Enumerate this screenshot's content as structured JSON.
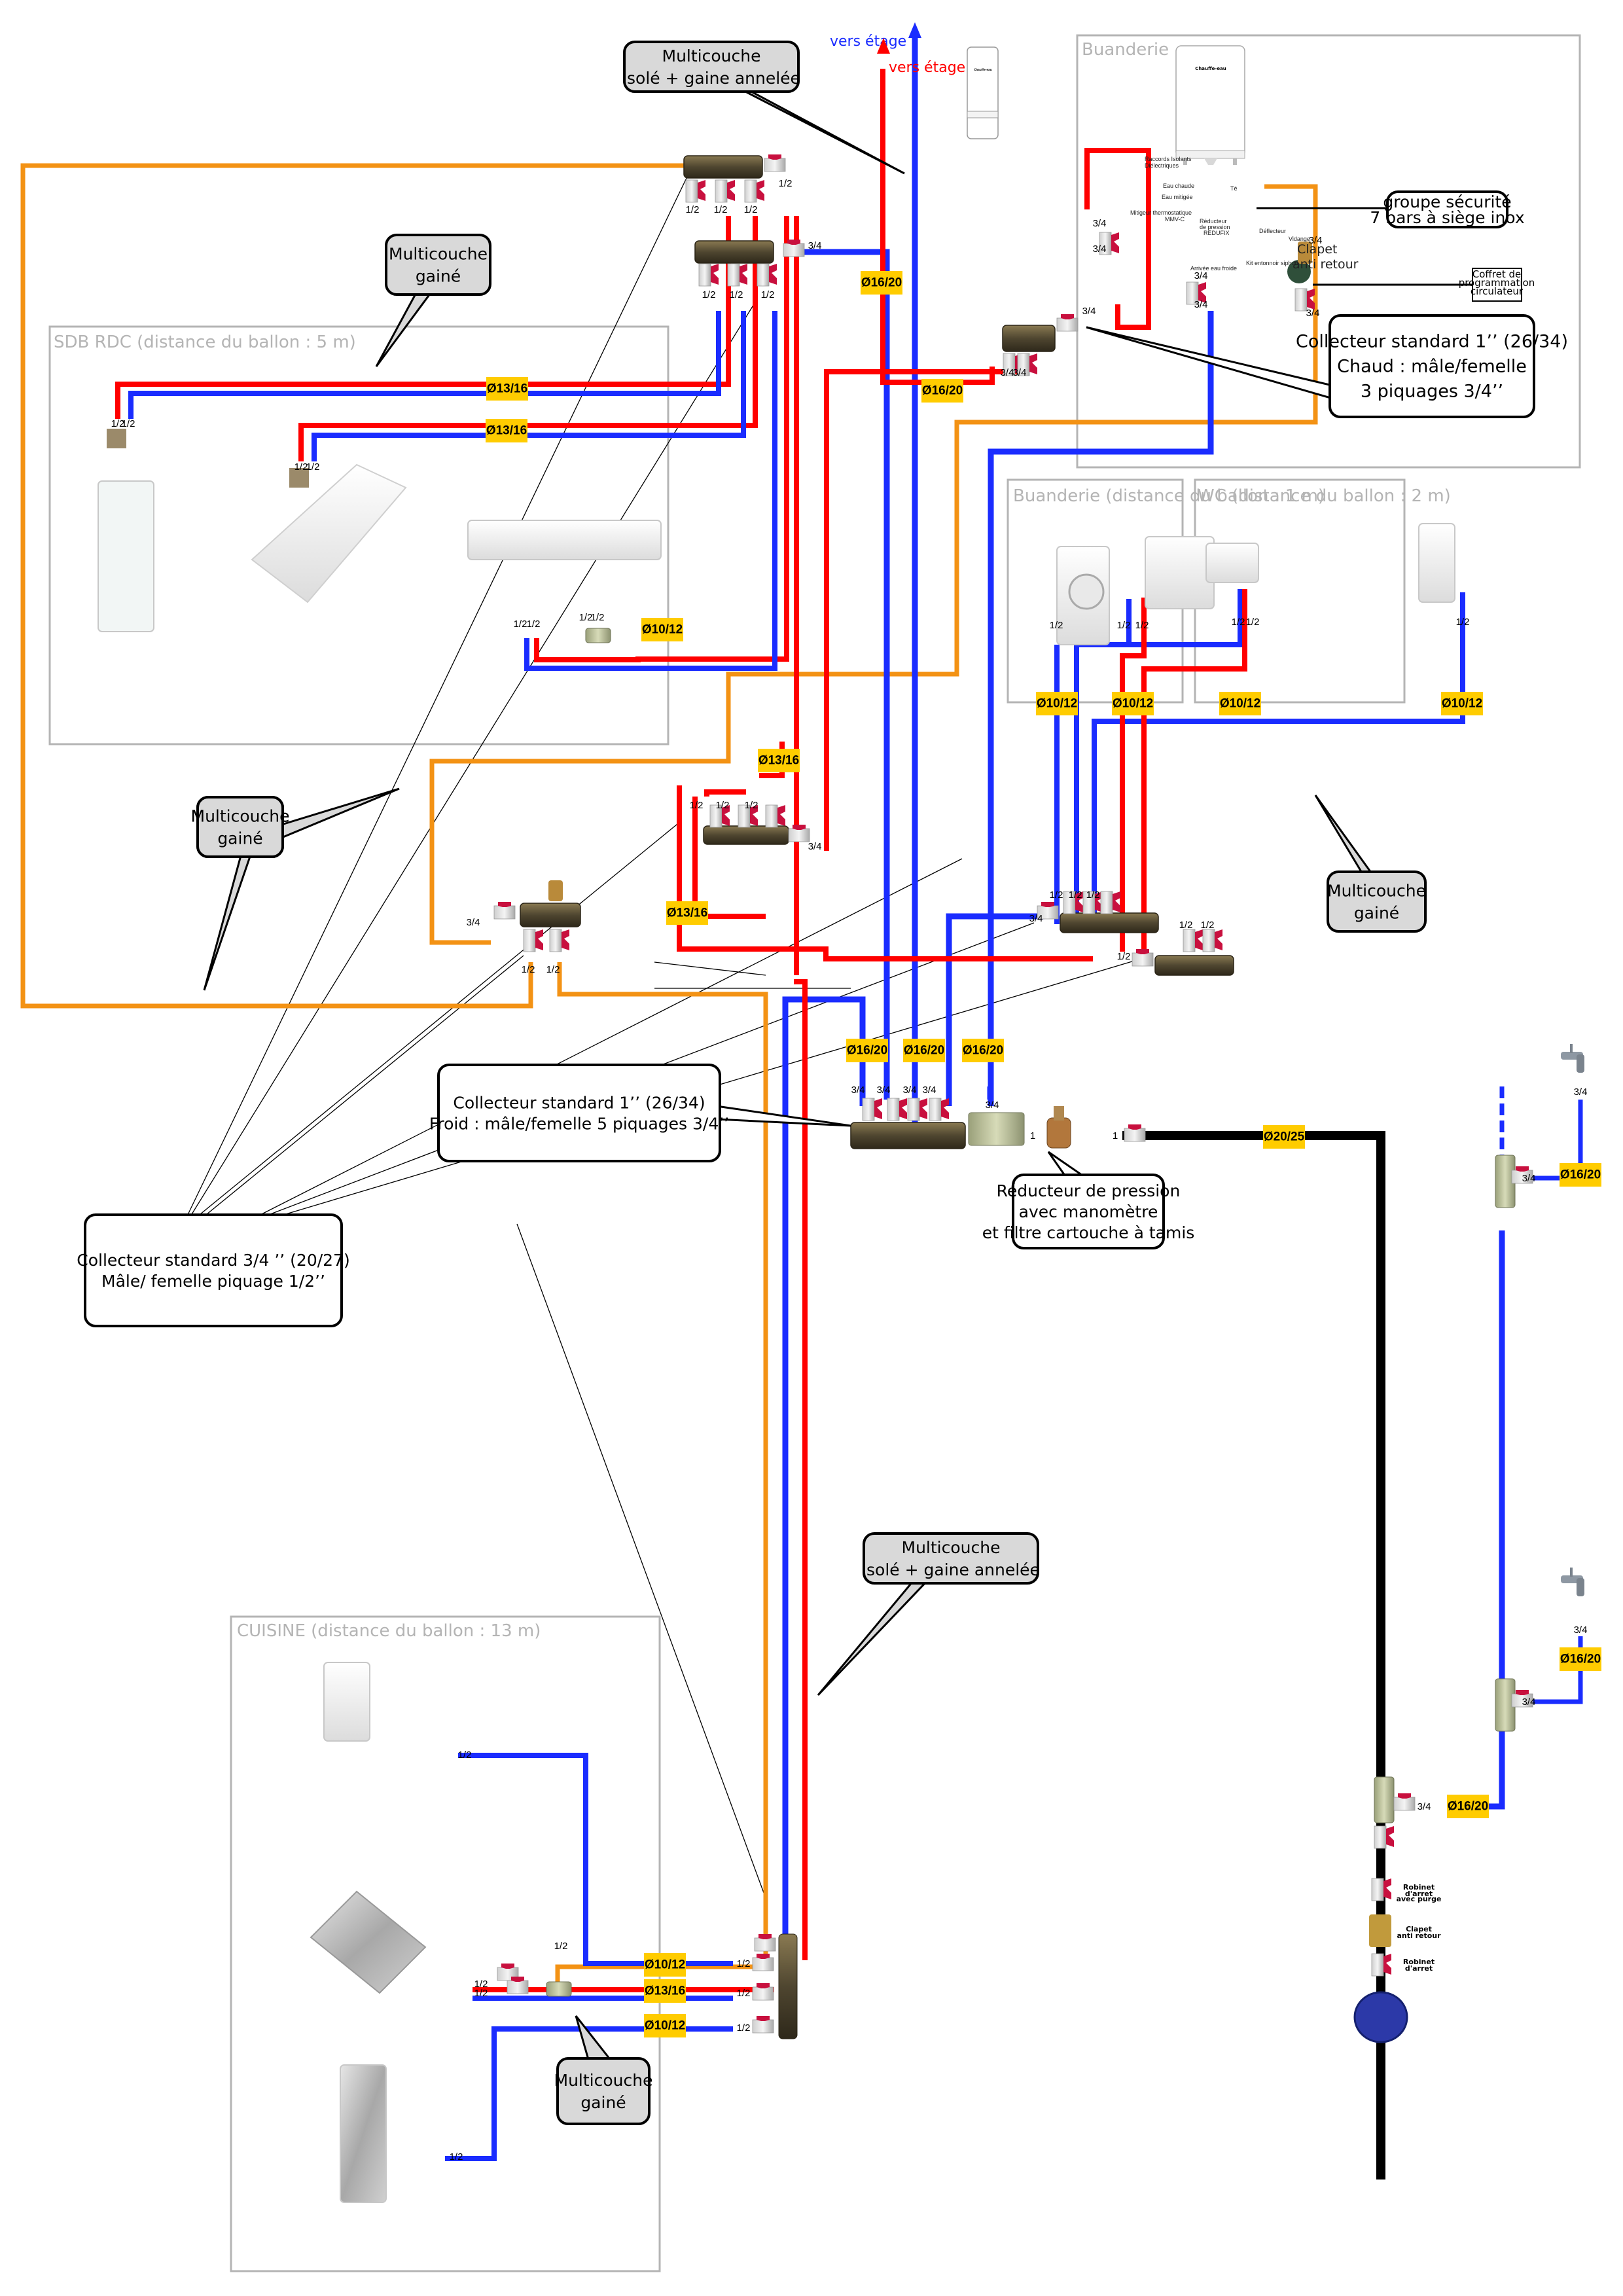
{
  "colors": {
    "hot": "#ff0000",
    "cold": "#1a2cff",
    "return": "#f39214",
    "main": "#000000",
    "label_bg": "#ffcc00",
    "room_border": "#b4b4b4",
    "callout_fill_grey": "#d9d9d9"
  },
  "rooms": {
    "buanderie_top": "Buanderie",
    "sdb": "SDB RDC (distance du ballon : 5 m)",
    "buanderie": "Buanderie (distance du ballon : 1 m)",
    "wc": "WC (distance du ballon : 2 m)",
    "cuisine": "CUISINE (distance du ballon : 13 m)"
  },
  "arrows": {
    "cold_up": "vers étage",
    "hot_up": "vers étage"
  },
  "callouts": {
    "multicouche_isole_top": [
      "Multicouche",
      "isolé + gaine annelée"
    ],
    "multicouche_gaine_sdb": [
      "Multicouche",
      "gainé"
    ],
    "multicouche_gaine_left": [
      "Multicouche",
      "gainé"
    ],
    "multicouche_gaine_wc": [
      "Multicouche",
      "gainé"
    ],
    "multicouche_isole_bottom": [
      "Multicouche",
      "isolé + gaine annelée"
    ],
    "multicouche_gaine_cuisine": [
      "Multicouche",
      "gainé"
    ],
    "collecteur_chaud": [
      "Collecteur standard 1’’ (26/34)",
      "Chaud : mâle/femelle",
      "3 piquages 3/4’’"
    ],
    "collecteur_froid": [
      "Collecteur standard 1’’ (26/34)",
      "Froid : mâle/femelle 5 piquages 3/4’’"
    ],
    "collecteur_34": [
      "Collecteur standard 3/4 ’’ (20/27)",
      "Mâle/ femelle piquage 1/2’’"
    ],
    "reducteur": [
      "Réducteur de pression",
      "avec manomètre",
      "et filtre cartouche à tamis"
    ],
    "groupe_securite": [
      "groupe sécurité",
      "7 bars à siège inox"
    ],
    "coffret": [
      "Coffret de",
      "programmation",
      "circulateur"
    ]
  },
  "heater": {
    "brand": "Chauffe-eau",
    "labels": {
      "raccords": "Raccords Isolants",
      "dielectriques": "Diélectriques",
      "eau_chaude": "Eau chaude",
      "eau_mitigee": "Eau mitigée",
      "mitigeur": "Mitigeur thermostatique",
      "mmvc": "MMV-C",
      "te": "Té",
      "reducteur": "Réducteur",
      "de_pression": "de pression",
      "redufix": "RÉDUFIX",
      "deflecteur": "Déflecteur",
      "vidange": "Vidange",
      "kit": "Kit entonnoir siphon",
      "arrivee": "Arrivée eau froide",
      "clapet": "Clapet",
      "anti_retour": "anti retour"
    }
  },
  "meter_labels": {
    "robinet_purge": [
      "Robinet",
      "d'arret",
      "avec purge"
    ],
    "clapet": [
      "Clapet",
      "anti retour"
    ],
    "robinet": [
      "Robinet",
      "d'arret"
    ]
  },
  "dimension_labels": {
    "sdb_shower": "Ø13/16",
    "sdb_bath": "Ø13/16",
    "sdb_basin": "Ø10/12",
    "hot_riser": "Ø16/20",
    "hot_main": "Ø16/20",
    "hot_sdb_feed": "Ø13/16",
    "hot_buand_feed": "Ø13/16",
    "buand_washer": "Ø10/12",
    "buand_sink": "Ø10/12",
    "wc_basin": "Ø10/12",
    "wc_toilet": "Ø10/12",
    "cold_1": "Ø16/20",
    "cold_2": "Ø16/20",
    "cold_3": "Ø16/20",
    "main_in": "Ø20/25",
    "tap_upper": "Ø16/20",
    "tap_lower": "Ø16/20",
    "tap_feed": "Ø16/20",
    "cuisine_dishwasher": "Ø10/12",
    "cuisine_sink": "Ø13/16",
    "cuisine_fridge": "Ø10/12"
  },
  "threads": {
    "half": "1/2",
    "three_quarter": "3/4",
    "one": "1"
  }
}
